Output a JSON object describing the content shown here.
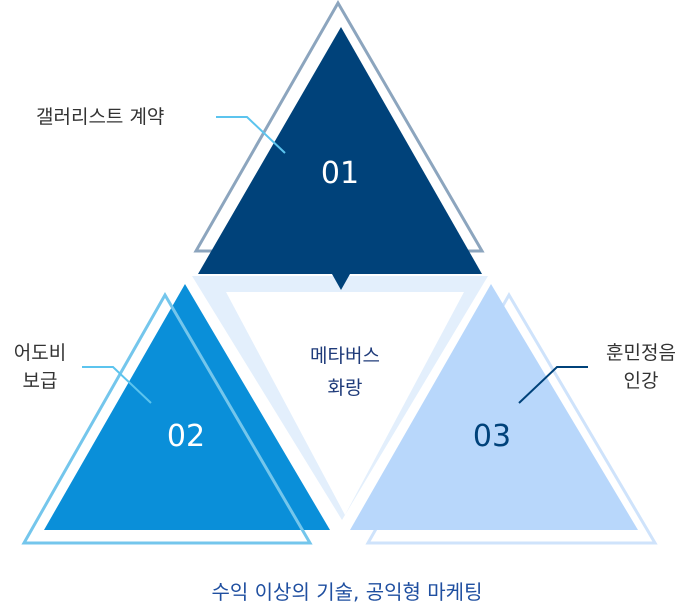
{
  "triangles": [
    {
      "number": "01",
      "label_lines": [
        "갤러리스트 계약"
      ],
      "fill": "#00427a",
      "text_color": "#ffffff"
    },
    {
      "number": "02",
      "label_lines": [
        "어도비",
        "보급"
      ],
      "fill": "#0a8fd9",
      "text_color": "#ffffff"
    },
    {
      "number": "03",
      "label_lines": [
        "훈민정음",
        "인강"
      ],
      "fill": "#b8d7fb",
      "text_color": "#00427a"
    }
  ],
  "center_lines": [
    "메타버스",
    "화랑"
  ],
  "caption": "수익 이상의 기술, 공익형 마케팅"
}
